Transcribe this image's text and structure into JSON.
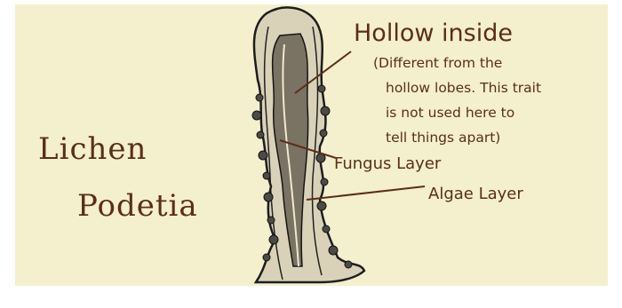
{
  "diagram": {
    "title_line1": "Lichen",
    "title_line2": "Podetia",
    "labels": {
      "hollow": "Hollow inside",
      "note_lines": [
        "(Different from the",
        "hollow lobes. This trait",
        "is not used here to",
        "tell things apart)"
      ],
      "fungus": "Fungus Layer",
      "algae": "Algae Layer"
    }
  },
  "colors": {
    "background": "#f4efcd",
    "text": "#5a2f17",
    "illustration_ink": "#2a2a2a"
  }
}
